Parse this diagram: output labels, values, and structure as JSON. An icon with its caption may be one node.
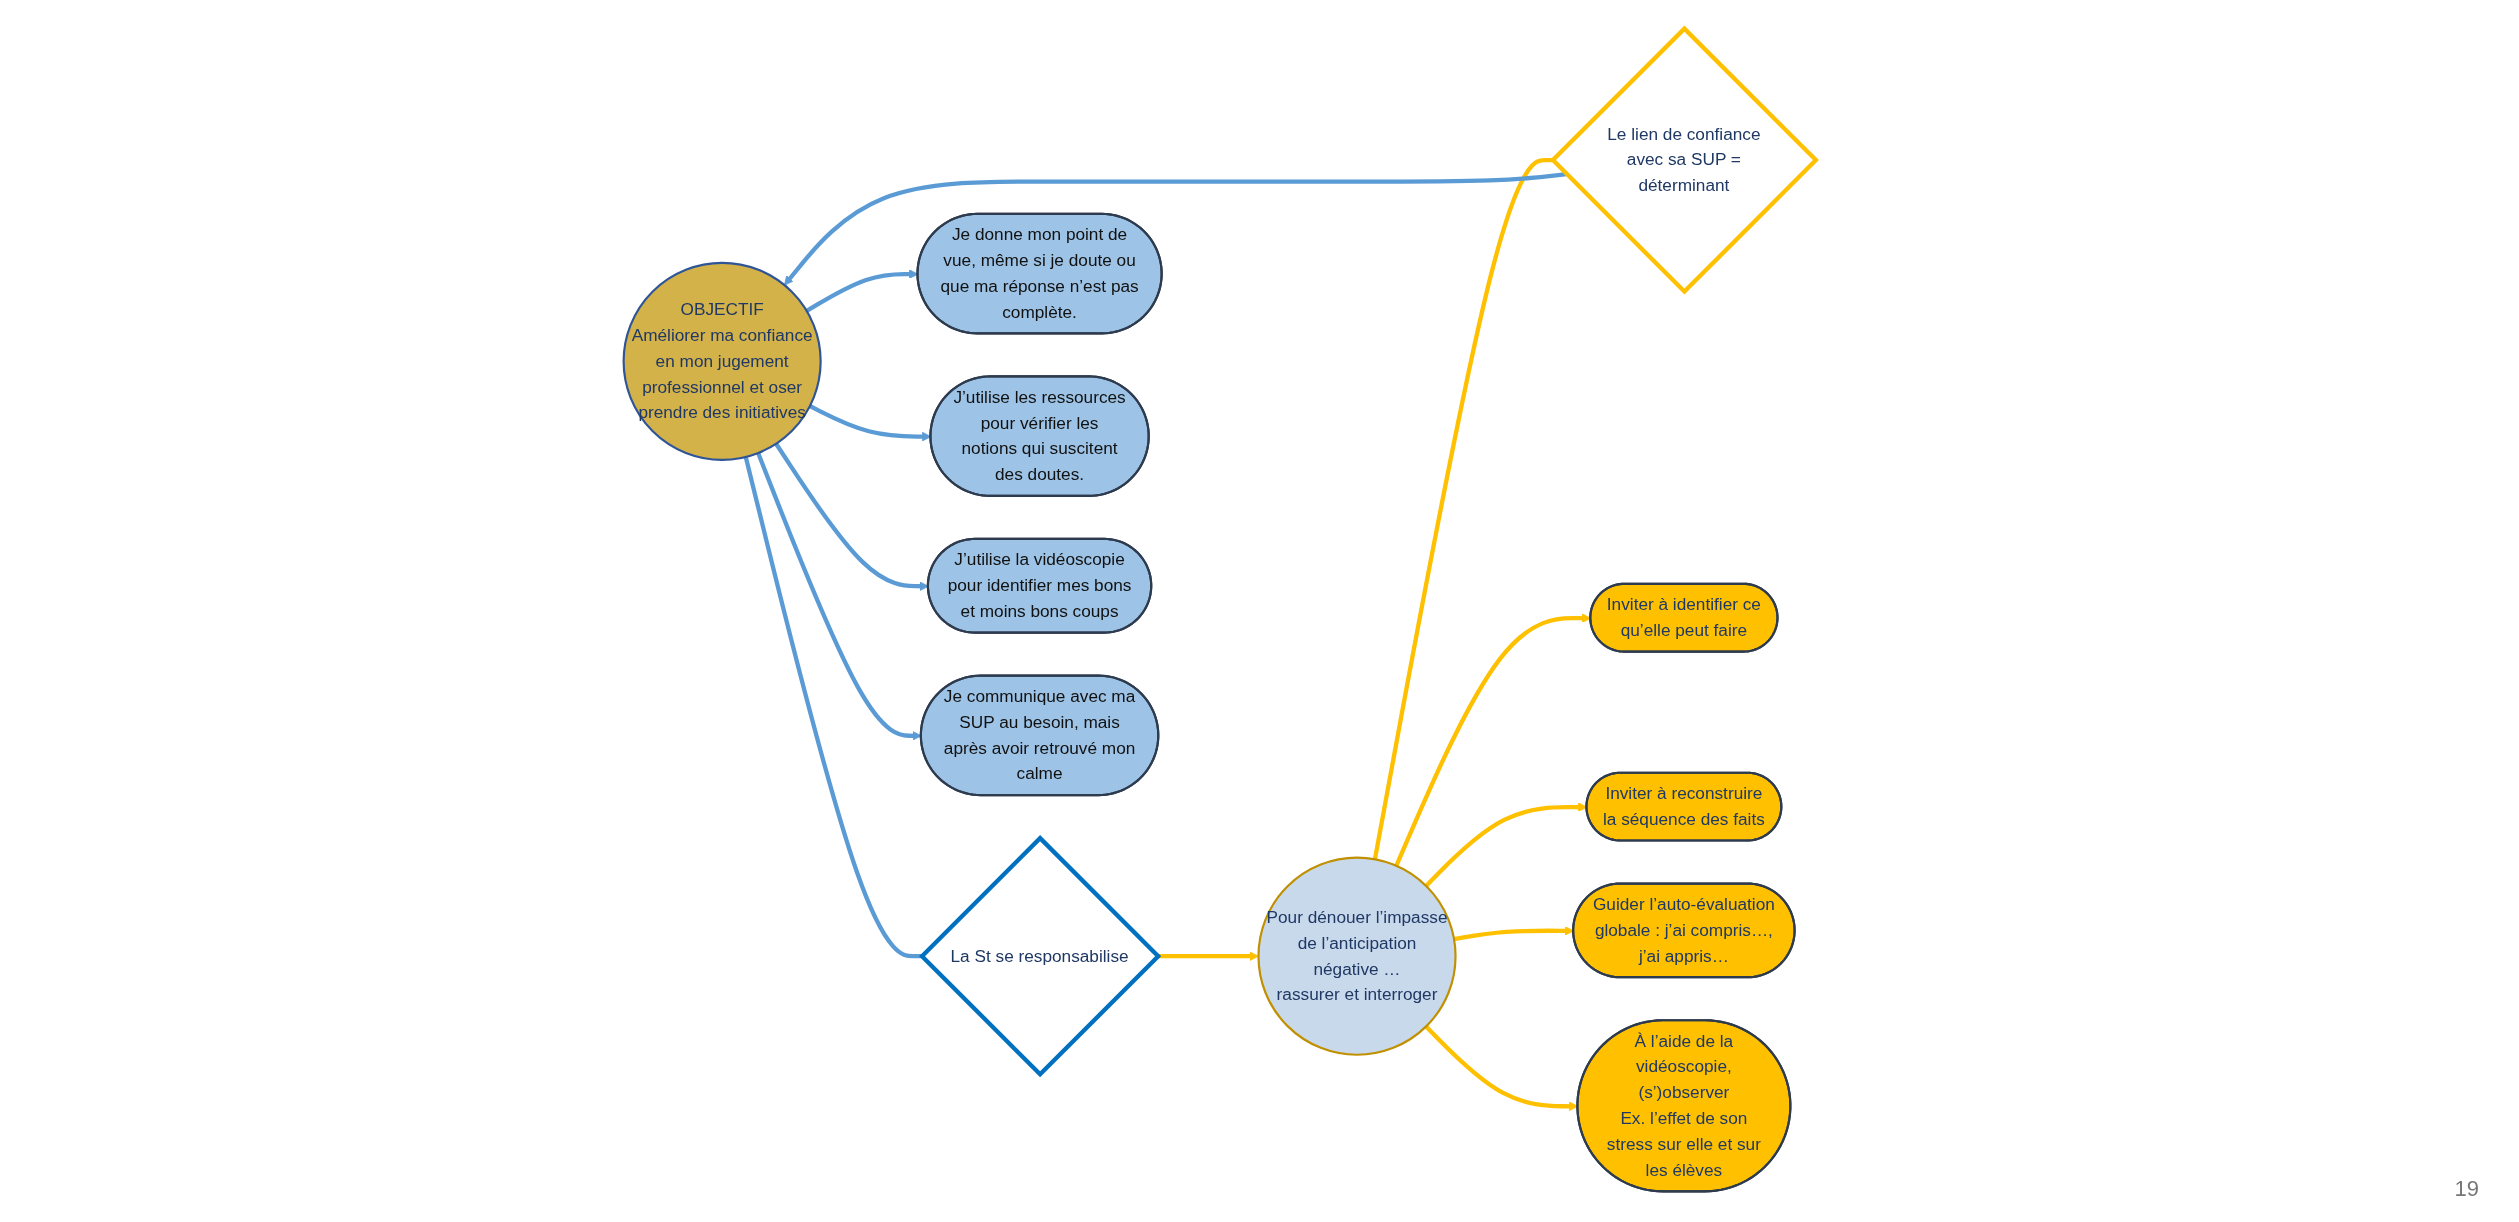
{
  "diagram": {
    "nodes": [
      {
        "text": [
          "OBJECTIF",
          "Améliorer ma confiance en mon jugement professionnel et oser prendre des initiatives"
        ]
      },
      {
        "text": [
          "Pour dénouer l’impasse de l’anticipation négative …",
          "rassurer et interroger"
        ]
      },
      {
        "text": [
          "La St se responsabilise"
        ]
      },
      {
        "text": [
          "Le lien de confiance avec sa SUP = déterminant"
        ]
      },
      {
        "text": [
          "Je donne mon point de vue, même si je doute ou que ma réponse n’est pas complète."
        ]
      },
      {
        "text": [
          "J’utilise les ressources pour vérifier les notions qui suscitent des doutes."
        ]
      },
      {
        "text": [
          "J’utilise la vidéoscopie pour identifier mes bons et moins bons coups"
        ]
      },
      {
        "text": [
          "Je communique avec ma SUP au besoin, mais après avoir retrouvé mon calme"
        ]
      },
      {
        "text": [
          "Inviter à identifier ce qu’elle peut faire"
        ]
      },
      {
        "text": [
          "Inviter à reconstruire la séquence des faits"
        ]
      },
      {
        "text": [
          "Guider l’auto-évaluation globale : j’ai compris…, j’ai appris…"
        ]
      },
      {
        "text": [
          "À l’aide de la vidéoscopie, (s’)observer",
          "Ex. l’effet de son stress sur elle et sur les élèves"
        ]
      }
    ],
    "edges": [
      {
        "from": 0,
        "to": 2,
        "arrow": "none",
        "color": "#5b9bd5"
      },
      {
        "from": 2,
        "to": 1,
        "arrow": "to",
        "color": "#ffc000"
      },
      {
        "from": 1,
        "to": 3,
        "arrow": "none",
        "color": "#ffc000"
      },
      {
        "from": 3,
        "to": 0,
        "arrow": "to",
        "color": "#5b9bd5"
      },
      {
        "from": 0,
        "to": 4,
        "arrow": "to",
        "color": "#5b9bd5"
      },
      {
        "from": 0,
        "to": 5,
        "arrow": "to",
        "color": "#5b9bd5"
      },
      {
        "from": 0,
        "to": 6,
        "arrow": "to",
        "color": "#5b9bd5"
      },
      {
        "from": 0,
        "to": 7,
        "arrow": "to",
        "color": "#5b9bd5"
      },
      {
        "from": 1,
        "to": 8,
        "arrow": "to",
        "color": "#ffc000"
      },
      {
        "from": 1,
        "to": 9,
        "arrow": "to",
        "color": "#ffc000"
      },
      {
        "from": 1,
        "to": 10,
        "arrow": "to",
        "color": "#ffc000"
      },
      {
        "from": 1,
        "to": 11,
        "arrow": "to",
        "color": "#ffc000"
      }
    ],
    "labels": [
      "19"
    ]
  }
}
